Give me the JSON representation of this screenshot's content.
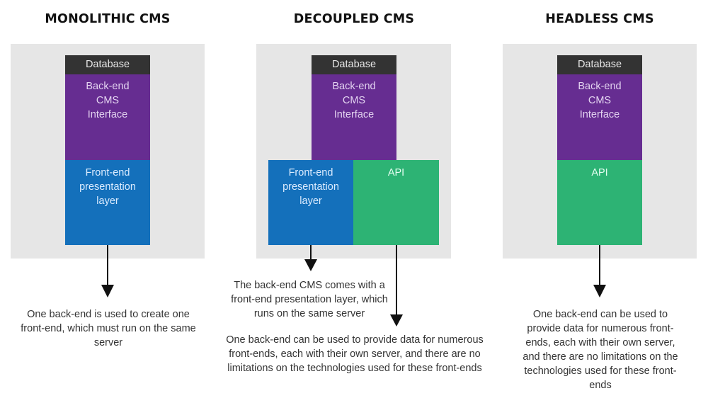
{
  "colors": {
    "panel": "#e6e6e6",
    "database": "#333333",
    "backend": "#662d91",
    "frontend": "#1470bb",
    "api": "#2db374",
    "arrow": "#111111"
  },
  "columns": [
    {
      "title": "MONOLITHIC CMS",
      "database": "Database",
      "backend": [
        "Back-end",
        "CMS",
        "Interface"
      ],
      "frontend": [
        "Front-end",
        "presentation",
        "layer"
      ],
      "description": "One back-end is used to create one front-end, which must run on the same server"
    },
    {
      "title": "DECOUPLED CMS",
      "database": "Database",
      "backend": [
        "Back-end",
        "CMS",
        "Interface"
      ],
      "frontend": [
        "Front-end",
        "presentation",
        "layer"
      ],
      "api": "API",
      "description_frontend": "The back-end CMS comes with a front-end presentation layer, which runs on the same server",
      "description_api": "One back-end can be used to provide data for numerous front-ends, each with their own server, and there are no limitations on the technologies used for these front-ends"
    },
    {
      "title": "HEADLESS CMS",
      "database": "Database",
      "backend": [
        "Back-end",
        "CMS",
        "Interface"
      ],
      "api": "API",
      "description": "One back-end can be used to provide data for numerous front-ends, each with their own server, and there are no limitations on the technologies used for these front-ends"
    }
  ]
}
